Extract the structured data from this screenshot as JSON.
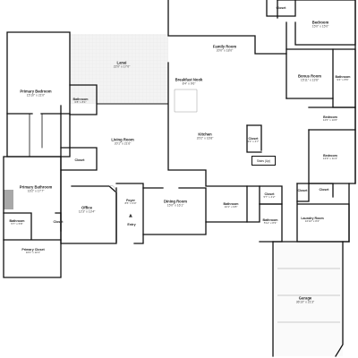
{
  "rooms": {
    "closet_top": {
      "name": "Closet",
      "dims": ""
    },
    "bedroom_top_right": {
      "name": "Bedroom",
      "dims": "15'0\" x 15'0\""
    },
    "family_room": {
      "name": "Family Room",
      "dims": "20'0\" x 18'0\""
    },
    "lanai": {
      "name": "Lanai",
      "dims": "22'0\" x 17'0\""
    },
    "breakfast_nook": {
      "name": "Breakfast Nook",
      "dims": "8'4\" x 9'6\""
    },
    "bonus_room": {
      "name": "Bonus Room",
      "dims": "15'11\" x 13'6\""
    },
    "bathroom_bonus": {
      "name": "Bathroom",
      "dims": "9'4\" x 8'6\""
    },
    "primary_bedroom": {
      "name": "Primary Bedroom",
      "dims": "15'10\" x 21'0\""
    },
    "bathroom_primary_small": {
      "name": "Bathroom",
      "dims": "6'8\" x 8'1\""
    },
    "living_room": {
      "name": "Living Room",
      "dims": "20'1\" x 21'6\""
    },
    "kitchen": {
      "name": "Kitchen",
      "dims": "20'2\" x 16'8\""
    },
    "closet_kitchen": {
      "name": "Closet",
      "dims": "3'3\" x 4'7\""
    },
    "bedroom_right_mid": {
      "name": "Bedroom",
      "dims": "12'6\" x 10'6\""
    },
    "bedroom_right_low": {
      "name": "Bedroom",
      "dims": "13'9\" x 11'4\""
    },
    "stairs_up": {
      "name": "Stairs (Up)",
      "dims": ""
    },
    "closet_living": {
      "name": "Closet",
      "dims": ""
    },
    "primary_bathroom": {
      "name": "Primary Bathroom",
      "dims": "16'2\" x 17'7\""
    },
    "office": {
      "name": "Office",
      "dims": "12'3\" x 13'4\""
    },
    "foyer": {
      "name": "Foyer",
      "dims": "8'5\" x 6'0\""
    },
    "dining_room": {
      "name": "Dining Room",
      "dims": "15'0\" x 16'1\""
    },
    "bathroom_center": {
      "name": "Bathroom",
      "dims": "10'1\" x 9'8\""
    },
    "closet_center": {
      "name": "Closet",
      "dims": "5'7\" x 4'2\""
    },
    "closet_right": {
      "name": "Closet",
      "dims": ""
    },
    "closet_right_small": {
      "name": "Closet",
      "dims": ""
    },
    "bathroom_hall": {
      "name": "Bathroom",
      "dims": "5'11\" x 8'3\""
    },
    "laundry_room": {
      "name": "Laundry Room",
      "dims": "16'10\" x 8'2\""
    },
    "bathroom_left": {
      "name": "Bathroom",
      "dims": "5'7\" x 5'8\""
    },
    "closet_primary_bath": {
      "name": "Closet",
      "dims": ""
    },
    "entry": {
      "name": "Entry",
      "dims": ""
    },
    "primary_closet": {
      "name": "Primary Closet",
      "dims": "16'0\" x 10'1\""
    },
    "garage": {
      "name": "Garage",
      "dims": "36'10\" x 21'3\""
    }
  },
  "colors": {
    "wall": "#111111",
    "background": "#ffffff",
    "lanai_fill": "#efefef",
    "garage_fill": "#f6f6f6",
    "fixture": "#9a9a9a"
  }
}
